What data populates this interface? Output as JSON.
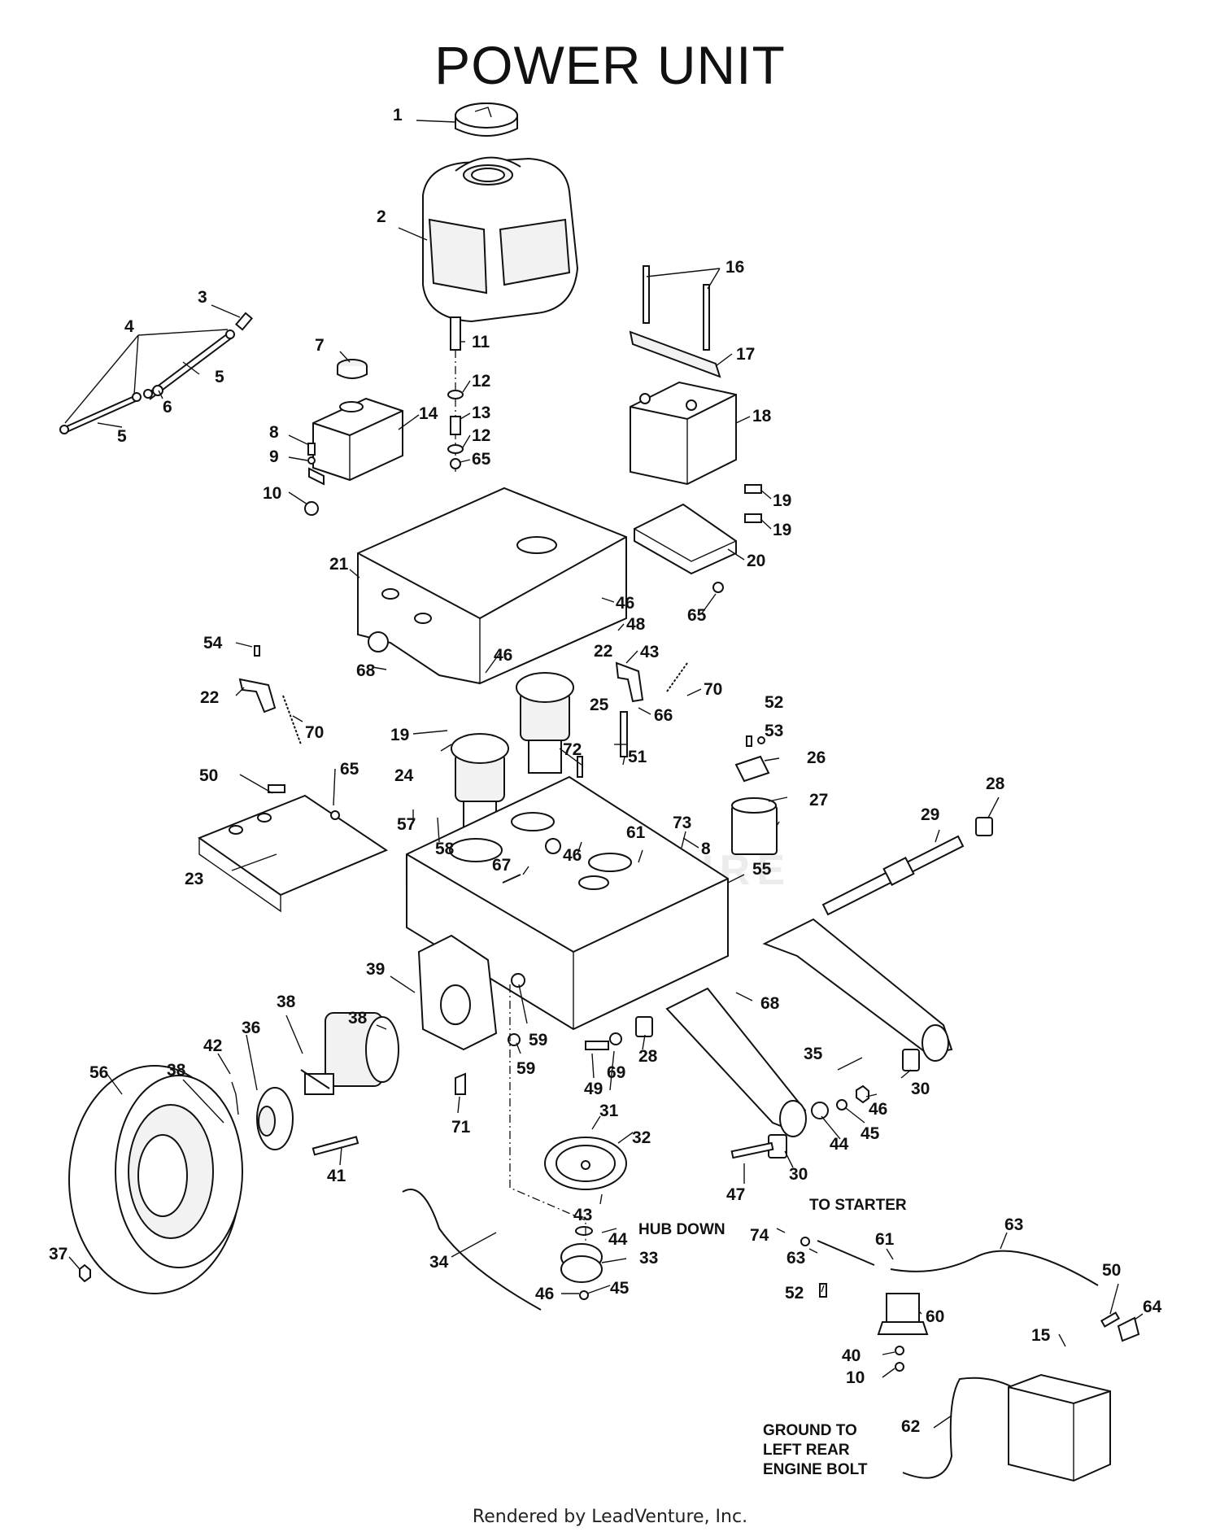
{
  "title": "POWER UNIT",
  "credit": "Rendered by LeadVenture, Inc.",
  "watermark": "LEADVENTURE",
  "notes": {
    "to_starter": "TO STARTER",
    "hub_down": "HUB DOWN",
    "ground_line1": "GROUND TO",
    "ground_line2": "LEFT REAR",
    "ground_line3": "ENGINE BOLT"
  },
  "callouts": [
    {
      "label": "1"
    },
    {
      "label": "2"
    },
    {
      "label": "3"
    },
    {
      "label": "4"
    },
    {
      "label": "5"
    },
    {
      "label": "5"
    },
    {
      "label": "6"
    },
    {
      "label": "7"
    },
    {
      "label": "8"
    },
    {
      "label": "9"
    },
    {
      "label": "10"
    },
    {
      "label": "11"
    },
    {
      "label": "12"
    },
    {
      "label": "13"
    },
    {
      "label": "12"
    },
    {
      "label": "65"
    },
    {
      "label": "14"
    },
    {
      "label": "16"
    },
    {
      "label": "17"
    },
    {
      "label": "18"
    },
    {
      "label": "19"
    },
    {
      "label": "19"
    },
    {
      "label": "20"
    },
    {
      "label": "21"
    },
    {
      "label": "46"
    },
    {
      "label": "65"
    },
    {
      "label": "48"
    },
    {
      "label": "43"
    },
    {
      "label": "22"
    },
    {
      "label": "54"
    },
    {
      "label": "22"
    },
    {
      "label": "70"
    },
    {
      "label": "68"
    },
    {
      "label": "46"
    },
    {
      "label": "70"
    },
    {
      "label": "66"
    },
    {
      "label": "25"
    },
    {
      "label": "52"
    },
    {
      "label": "53"
    },
    {
      "label": "26"
    },
    {
      "label": "19"
    },
    {
      "label": "72"
    },
    {
      "label": "51"
    },
    {
      "label": "24"
    },
    {
      "label": "50"
    },
    {
      "label": "65"
    },
    {
      "label": "27"
    },
    {
      "label": "57"
    },
    {
      "label": "58"
    },
    {
      "label": "73"
    },
    {
      "label": "8"
    },
    {
      "label": "61"
    },
    {
      "label": "46"
    },
    {
      "label": "28"
    },
    {
      "label": "29"
    },
    {
      "label": "67"
    },
    {
      "label": "55"
    },
    {
      "label": "23"
    },
    {
      "label": "68"
    },
    {
      "label": "39"
    },
    {
      "label": "38"
    },
    {
      "label": "38"
    },
    {
      "label": "59"
    },
    {
      "label": "36"
    },
    {
      "label": "42"
    },
    {
      "label": "59"
    },
    {
      "label": "28"
    },
    {
      "label": "35"
    },
    {
      "label": "56"
    },
    {
      "label": "38"
    },
    {
      "label": "49"
    },
    {
      "label": "69"
    },
    {
      "label": "30"
    },
    {
      "label": "46"
    },
    {
      "label": "45"
    },
    {
      "label": "71"
    },
    {
      "label": "44"
    },
    {
      "label": "31"
    },
    {
      "label": "32"
    },
    {
      "label": "41"
    },
    {
      "label": "30"
    },
    {
      "label": "47"
    },
    {
      "label": "43"
    },
    {
      "label": "44"
    },
    {
      "label": "74"
    },
    {
      "label": "61"
    },
    {
      "label": "63"
    },
    {
      "label": "63"
    },
    {
      "label": "37"
    },
    {
      "label": "34"
    },
    {
      "label": "33"
    },
    {
      "label": "46"
    },
    {
      "label": "45"
    },
    {
      "label": "52"
    },
    {
      "label": "50"
    },
    {
      "label": "64"
    },
    {
      "label": "60"
    },
    {
      "label": "15"
    },
    {
      "label": "40"
    },
    {
      "label": "10"
    },
    {
      "label": "62"
    }
  ]
}
